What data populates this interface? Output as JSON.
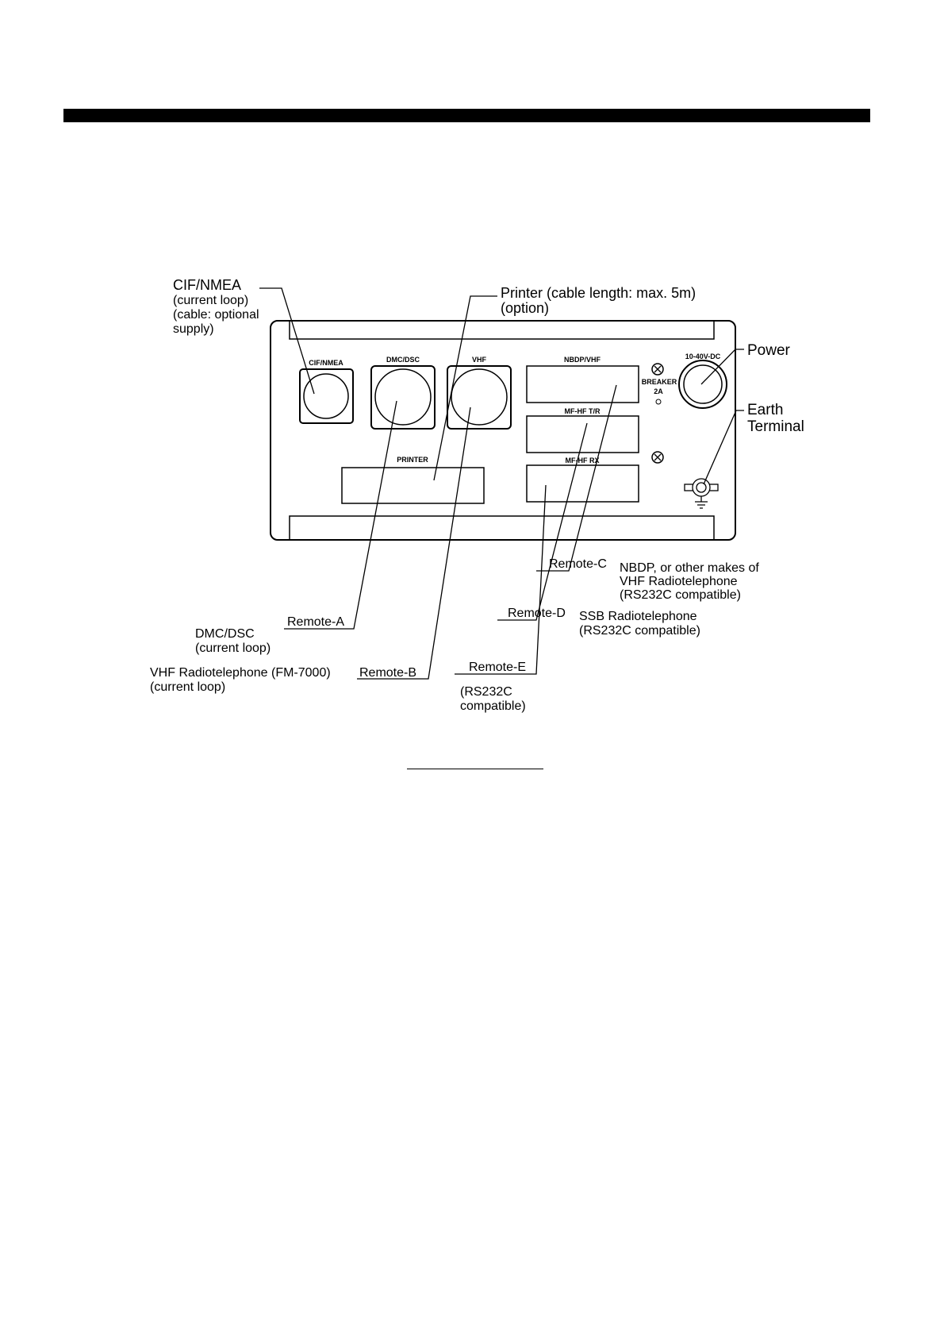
{
  "panel": {
    "port_cif": "CIF/NMEA",
    "port_dmc": "DMC/DSC",
    "port_vhf": "VHF",
    "port_printer": "PRINTER",
    "port_nbdp": "NBDP/VHF",
    "port_mfhf_tr": "MF-HF T/R",
    "port_mfhf_rx": "MF-HF RX",
    "breaker": "BREAKER",
    "breaker_rating": "2A",
    "power_rating": "10-40V-DC"
  },
  "callouts": {
    "cif": [
      "CIF/NMEA",
      "(current loop)",
      "(cable: optional",
      "supply)"
    ],
    "printer": [
      "Printer (cable length: max. 5m)",
      "(option)"
    ],
    "power": "Power",
    "earth": [
      "Earth",
      "Terminal"
    ],
    "remote_a": "Remote-A",
    "remote_a_desc": [
      "DMC/DSC",
      "(current loop)"
    ],
    "remote_b": "Remote-B",
    "remote_b_desc": [
      "VHF Radiotelephone (FM-7000)",
      "(current loop)"
    ],
    "remote_c": "Remote-C",
    "remote_c_desc": [
      "NBDP, or other makes of",
      "VHF Radiotelephone",
      "(RS232C compatible)"
    ],
    "remote_d": "Remote-D",
    "remote_d_desc": [
      "SSB Radiotelephone",
      "(RS232C compatible)"
    ],
    "remote_e": "Remote-E",
    "remote_e_desc": [
      "(RS232C",
      "compatible)"
    ]
  }
}
